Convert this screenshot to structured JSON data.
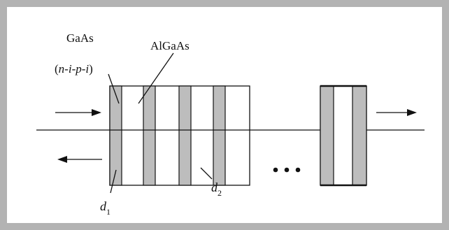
{
  "labels": {
    "gaas": "GaAs",
    "nipi": {
      "open": "(",
      "n": "n",
      "dash1": "-",
      "i1": "i",
      "dash2": "-",
      "p": "p",
      "dash3": "-",
      "i2": "i",
      "close": ")"
    },
    "algaas": "AlGaAs",
    "d1": {
      "base": "d",
      "sub": "1"
    },
    "d2": {
      "base": "d",
      "sub": "2"
    }
  },
  "colors": {
    "frame": "#b3b3b3",
    "gaas_layer": "#bdbdbd",
    "stroke": "#111111",
    "background": "#ffffff"
  }
}
